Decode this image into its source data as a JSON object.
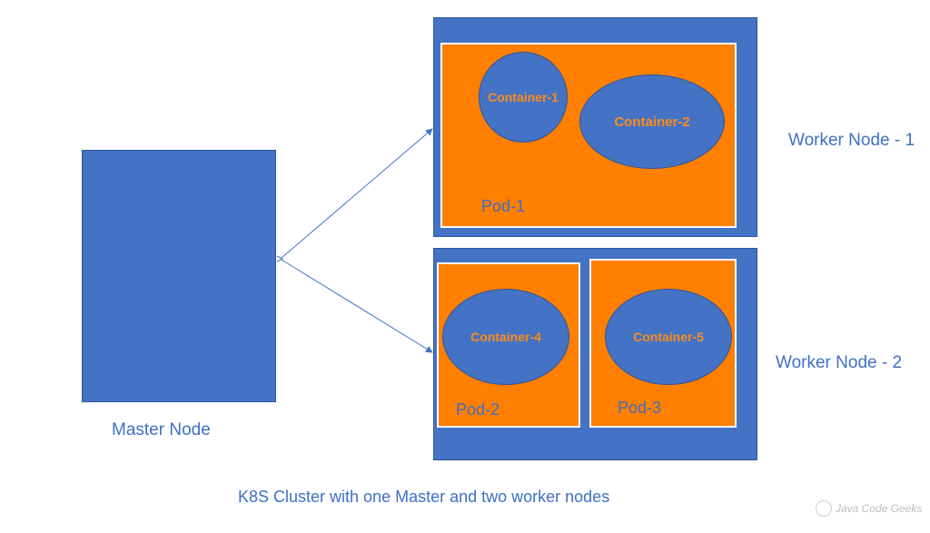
{
  "master": {
    "label": "Master Node"
  },
  "worker1": {
    "label": "Worker Node - 1",
    "pods": [
      {
        "label": "Pod-1",
        "containers": [
          "Container-1",
          "Container-2"
        ]
      }
    ]
  },
  "worker2": {
    "label": "Worker Node - 2",
    "pods": [
      {
        "label": "Pod-2",
        "containers": [
          "Container-4"
        ]
      },
      {
        "label": "Pod-3",
        "containers": [
          "Container-5"
        ]
      }
    ]
  },
  "caption": "K8S Cluster with one Master and two worker nodes",
  "watermark": "Java Code Geeks",
  "colors": {
    "node_blue": "#4472c4",
    "pod_orange": "#ff7f00",
    "label_blue": "#3f6fc4"
  }
}
